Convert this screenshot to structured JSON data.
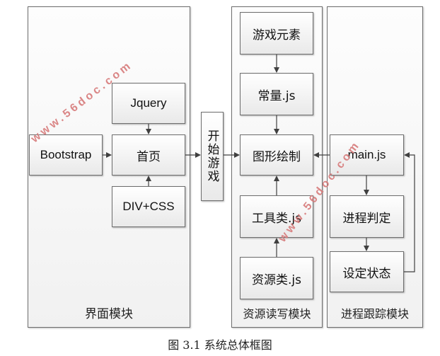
{
  "modules": {
    "ui": {
      "label": "界面模块"
    },
    "resource": {
      "label": "资源读写模块"
    },
    "progress": {
      "label": "进程跟踪模块"
    }
  },
  "nodes": {
    "bootstrap": "Bootstrap",
    "jquery": "Jquery",
    "homepage": "首页",
    "divcss": "DIV+CSS",
    "start_game": "开始游戏",
    "game_elements": "游戏元素",
    "constants_js": "常量.js",
    "graphics_draw": "图形绘制",
    "tools_js": "工具类.js",
    "resources_js": "资源类.js",
    "main_js": "main.js",
    "progress_judge": "进程判定",
    "set_state": "设定状态"
  },
  "edges": [
    {
      "from": "bootstrap",
      "to": "homepage"
    },
    {
      "from": "jquery",
      "to": "homepage"
    },
    {
      "from": "divcss",
      "to": "homepage"
    },
    {
      "from": "homepage",
      "to": "start_game"
    },
    {
      "from": "start_game",
      "to": "graphics_draw"
    },
    {
      "from": "game_elements",
      "to": "constants_js"
    },
    {
      "from": "constants_js",
      "to": "graphics_draw"
    },
    {
      "from": "tools_js",
      "to": "graphics_draw"
    },
    {
      "from": "resources_js",
      "to": "tools_js"
    },
    {
      "from": "main_js",
      "to": "graphics_draw"
    },
    {
      "from": "main_js",
      "to": "progress_judge"
    },
    {
      "from": "progress_judge",
      "to": "set_state"
    },
    {
      "from": "set_state",
      "to": "main_js"
    }
  ],
  "caption": "图 3.1  系统总体框图",
  "watermark": "www.56doc.com",
  "colors": {
    "border": "#6e6e6e",
    "arrow": "#404040",
    "watermark": "#d77a7a"
  }
}
